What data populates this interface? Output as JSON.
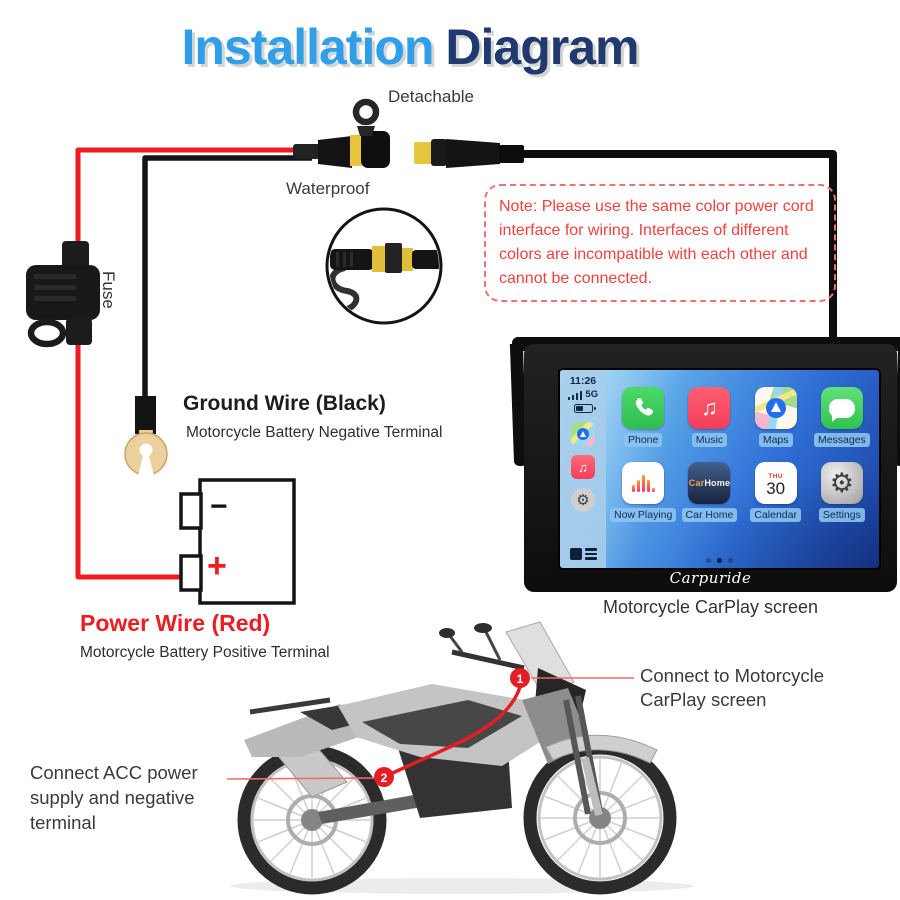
{
  "title": {
    "word1": "Installation",
    "word2": "Diagram"
  },
  "connector_labels": {
    "detachable": "Detachable",
    "waterproof": "Waterproof"
  },
  "note": {
    "text": "Note: Please use the same color power cord interface for wiring. Interfaces of different colors are incompatible with each other and cannot be connected."
  },
  "fuse": {
    "label": "Fuse"
  },
  "ground_wire": {
    "title": "Ground Wire (Black)",
    "subtitle": "Motorcycle Battery Negative Terminal"
  },
  "power_wire": {
    "title": "Power Wire (Red)",
    "subtitle": "Motorcycle Battery Positive Terminal"
  },
  "battery": {
    "negative": "−",
    "positive": "+"
  },
  "device": {
    "caption": "Motorcycle CarPlay screen",
    "brand": "Carpuride",
    "status": {
      "time": "11:26",
      "network": "5G"
    },
    "calendar": {
      "weekday": "THU",
      "day": "30"
    },
    "carhome_icon": {
      "part1": "Car",
      "part2": "Home"
    },
    "music_glyph": "♫",
    "gear_glyph": "⚙",
    "apps": [
      {
        "label": "Phone"
      },
      {
        "label": "Music"
      },
      {
        "label": "Maps"
      },
      {
        "label": "Messages"
      },
      {
        "label": "Now Playing"
      },
      {
        "label": "Car Home"
      },
      {
        "label": "Calendar"
      },
      {
        "label": "Settings"
      }
    ]
  },
  "callouts": [
    {
      "marker": "1",
      "lines": [
        "Connect to Motorcycle",
        "CarPlay screen"
      ]
    },
    {
      "marker": "2",
      "lines": [
        "Connect ACC power",
        "supply and negative",
        "terminal"
      ]
    }
  ],
  "colors": {
    "title_blue": "#2E9FE8",
    "title_navy": "#203A6F",
    "wire_red": "#EE1C23",
    "wire_black": "#141414",
    "note_red": "#F5413E",
    "marker_red": "#E41E26",
    "connector_yellow": "#E8C53E",
    "terminal_gold": "#ECD19E",
    "screen_blue_top": "#8FD0F4",
    "screen_blue_bottom": "#1B3FA0"
  }
}
